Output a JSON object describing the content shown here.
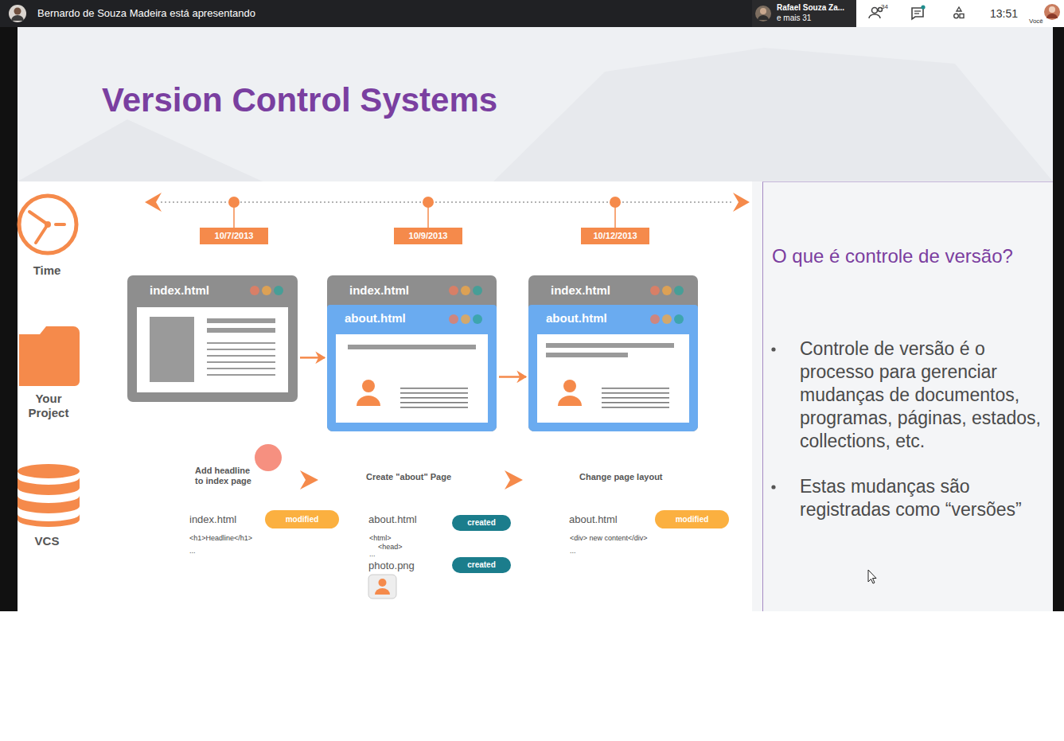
{
  "diagram": {
    "title": "Version Control Systems",
    "nodes": [
      {
        "text": [
          "10/7/2013"
        ]
      },
      {
        "text": [
          "10/9/2013"
        ]
      },
      {
        "text": [
          "10/12/2013"
        ]
      },
      {
        "text": [
          "index.html"
        ]
      },
      {
        "text": [
          "index.html"
        ]
      },
      {
        "text": [
          "about.html"
        ],
        "in": 4
      },
      {
        "text": [
          "index.html"
        ]
      },
      {
        "text": [
          "about.html"
        ],
        "in": 6
      },
      {
        "text": [
          "modified"
        ]
      },
      {
        "text": [
          "created"
        ]
      },
      {
        "text": [
          "created"
        ]
      },
      {
        "text": [
          "modified"
        ]
      },
      {
        "text": [
          "O que é controle de versão?",
          "Controle de versão é o processo para gerenciar mudanças de documentos, programas, páginas, estados, collections, etc.",
          "Estas mudanças são registradas como “versões”"
        ]
      }
    ],
    "edges": [
      {
        "from": 3,
        "to": 4,
        "arrow": "to"
      },
      {
        "from": 4,
        "to": 6,
        "arrow": "to"
      }
    ],
    "labels": [
      "Bernardo de Souza Madeira está apresentando",
      "Rafael Souza Za...",
      "e mais 31",
      "34",
      "13:51",
      "Você",
      "Time",
      "Your Project",
      "VCS",
      "Add headline to index page",
      "Create \"about\" Page",
      "Change page layout",
      "index.html",
      "<h1>Headline</h1>",
      "...",
      "about.html",
      "<html>",
      "<head>",
      "...",
      "photo.png",
      "about.html",
      "<div> new content</div>",
      "..."
    ]
  }
}
